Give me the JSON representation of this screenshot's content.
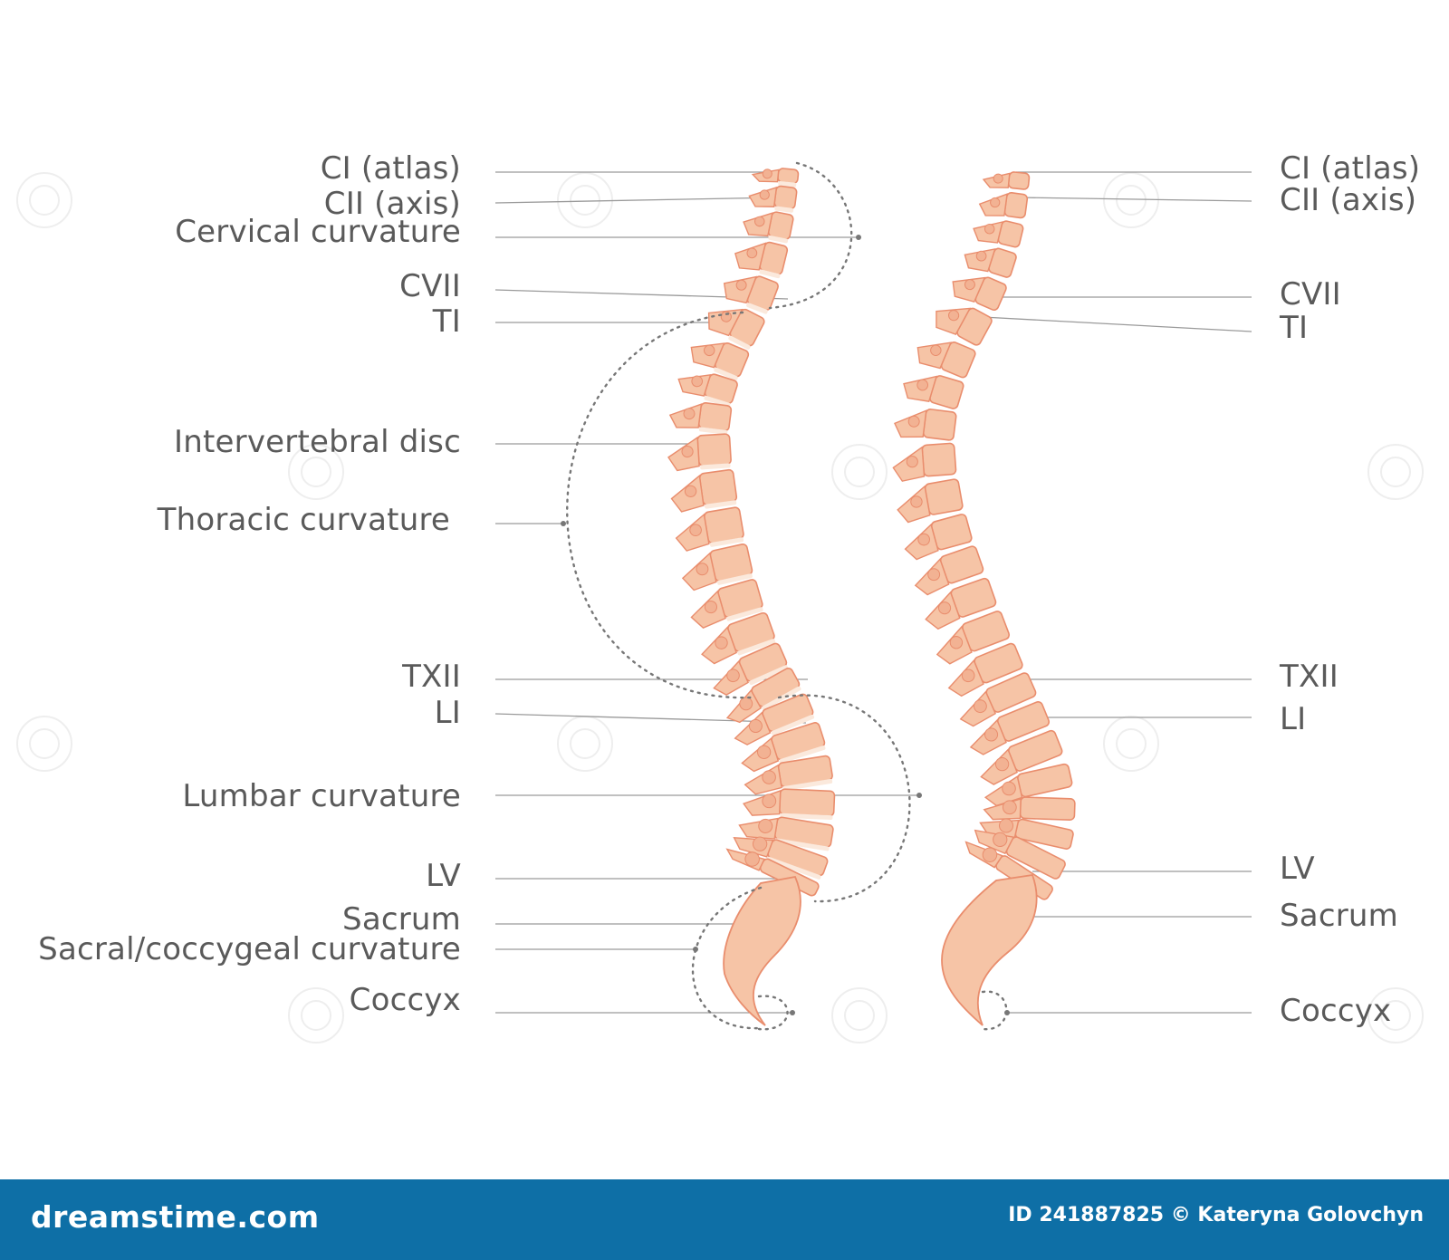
{
  "diagram": {
    "left_labels": [
      "CI (atlas)",
      "CII (axis)",
      "Cervical curvature",
      "CVII",
      "TI",
      "Intervertebral disc",
      "Thoracic curvature",
      "TXII",
      "LI",
      "Lumbar curvature",
      "LV",
      "Sacrum",
      "Sacral/coccygeal curvature",
      "Coccyx"
    ],
    "right_labels": [
      "CI (atlas)",
      "CII (axis)",
      "CVII",
      "TI",
      "TXII",
      "LI",
      "LV",
      "Sacrum",
      "Coccyx"
    ],
    "colors": {
      "bone": "#f6c4a6",
      "bone_dark": "#e98d6d",
      "disc": "#fbe9dc",
      "leader": "#9a9a9a",
      "label_text": "#5a5a5a"
    }
  },
  "footer": {
    "brand": "dreamstime.com",
    "credit": "ID 241887825 © Kateryna Golovchyn",
    "background": "#0e6fa6"
  }
}
